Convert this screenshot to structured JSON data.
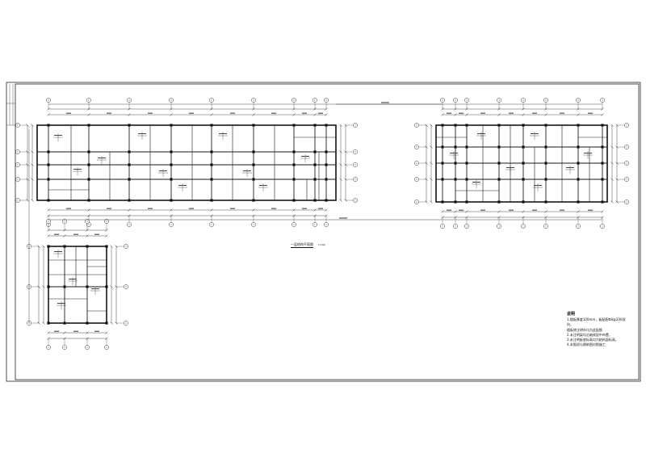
{
  "drawing": {
    "plan_title": "一层结构平面图",
    "plan_scale": "1:100",
    "notes": {
      "title": "说明",
      "lines": [
        "1.楼板厚度100mm，板配筋Φ8@200双向，",
        "  楼板除注明外均为此配筋",
        "2.未注明梁均沿轴线居中布置，",
        "3.未注明板底标高均为结构面标高，",
        "4.本图须与建筑图对照施工"
      ]
    },
    "colors": {
      "line": "#1a1a1a",
      "paper": "#ffffff"
    }
  }
}
